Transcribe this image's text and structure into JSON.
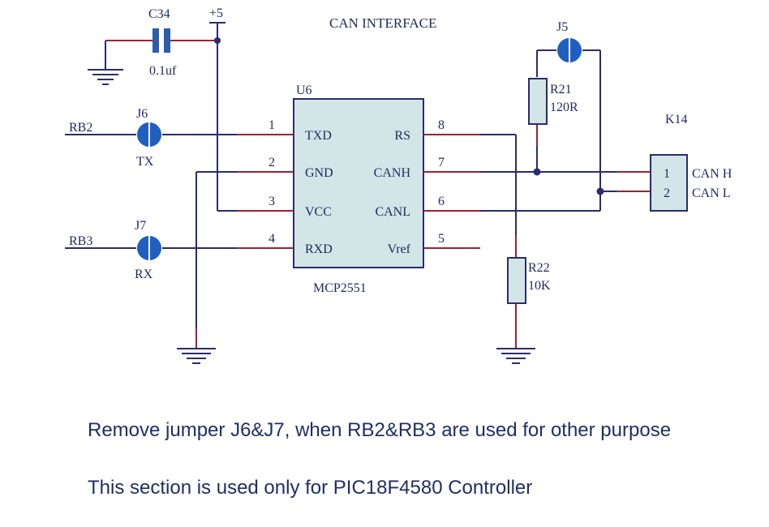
{
  "title": "CAN INTERFACE",
  "supply": "+5",
  "capacitor": {
    "ref": "C34",
    "value": "0.1uf"
  },
  "ic": {
    "ref": "U6",
    "part": "MCP2551",
    "left_pins": [
      {
        "num": "1",
        "name": "TXD"
      },
      {
        "num": "2",
        "name": "GND"
      },
      {
        "num": "3",
        "name": "VCC"
      },
      {
        "num": "4",
        "name": "RXD"
      }
    ],
    "right_pins": [
      {
        "num": "8",
        "name": "RS"
      },
      {
        "num": "7",
        "name": "CANH"
      },
      {
        "num": "6",
        "name": "CANL"
      },
      {
        "num": "5",
        "name": "Vref"
      }
    ]
  },
  "jumpers": {
    "j6": {
      "ref": "J6",
      "label": "TX",
      "net": "RB2"
    },
    "j7": {
      "ref": "J7",
      "label": "RX",
      "net": "RB3"
    },
    "j5": {
      "ref": "J5"
    }
  },
  "resistors": {
    "r21": {
      "ref": "R21",
      "value": "120R"
    },
    "r22": {
      "ref": "R22",
      "value": "10K"
    }
  },
  "connector": {
    "ref": "K14",
    "pins": [
      {
        "num": "1",
        "name": "CAN H"
      },
      {
        "num": "2",
        "name": "CAN L"
      }
    ]
  },
  "notes": [
    "Remove jumper J6&J7, when RB2&RB3 are used for other purpose",
    "This section is used only for PIC18F4580 Controller"
  ],
  "colors": {
    "wire": "#2b2b70",
    "pin_lead": "#9b2335",
    "component_fill": "#cfe3e6",
    "component_outline": "#2b2b70",
    "jumper": "#1f5fbf",
    "text": "#1c2c5a"
  }
}
